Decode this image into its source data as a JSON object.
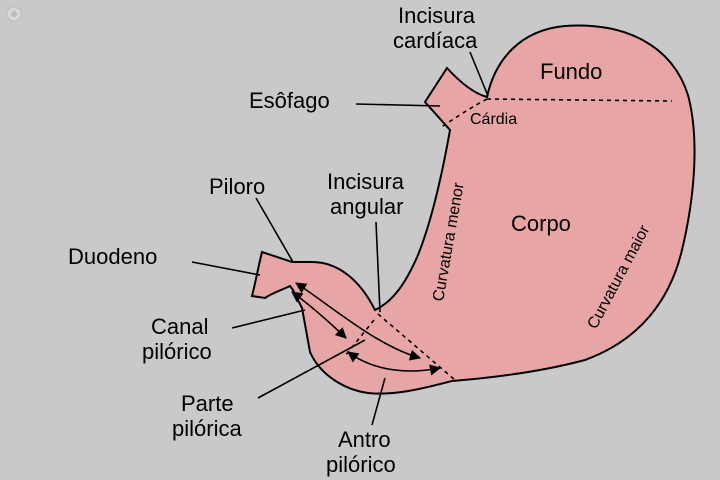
{
  "colors": {
    "background": "#c9c9c9",
    "stomach_fill": "#e8a5a5",
    "outline": "#000000"
  },
  "labels": {
    "incisura_cardiaca_l1": "Incisura",
    "incisura_cardiaca_l2": "cardíaca",
    "fundo": "Fundo",
    "esofago": "Esôfago",
    "cardia": "Cárdia",
    "piloro": "Piloro",
    "incisura_angular_l1": "Incisura",
    "incisura_angular_l2": "angular",
    "curvatura_menor": "Curvatura menor",
    "corpo": "Corpo",
    "duodeno": "Duodeno",
    "curvatura_maior": "Curvatura maior",
    "canal_l1": "Canal",
    "canal_l2": "pilórico",
    "parte_l1": "Parte",
    "parte_l2": "pilórica",
    "antro_l1": "Antro",
    "antro_l2": "pilórico"
  },
  "icons": {
    "corner_badge": "logo-mark-icon"
  }
}
